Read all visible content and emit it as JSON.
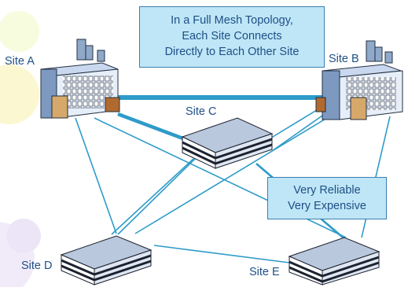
{
  "title_box": {
    "lines": [
      "In a Full Mesh Topology,",
      "Each Site Connects",
      "Directly to Each Other Site"
    ]
  },
  "note_box": {
    "lines": [
      "Very Reliable",
      "Very Expensive"
    ]
  },
  "sites": {
    "a": "Site A",
    "b": "Site B",
    "c": "Site C",
    "d": "Site D",
    "e": "Site E"
  },
  "colors": {
    "link": "#2e9bc9",
    "box_fill": "#bfe6f7",
    "box_text": "#1e4f86",
    "label_text": "#1f4f86"
  }
}
